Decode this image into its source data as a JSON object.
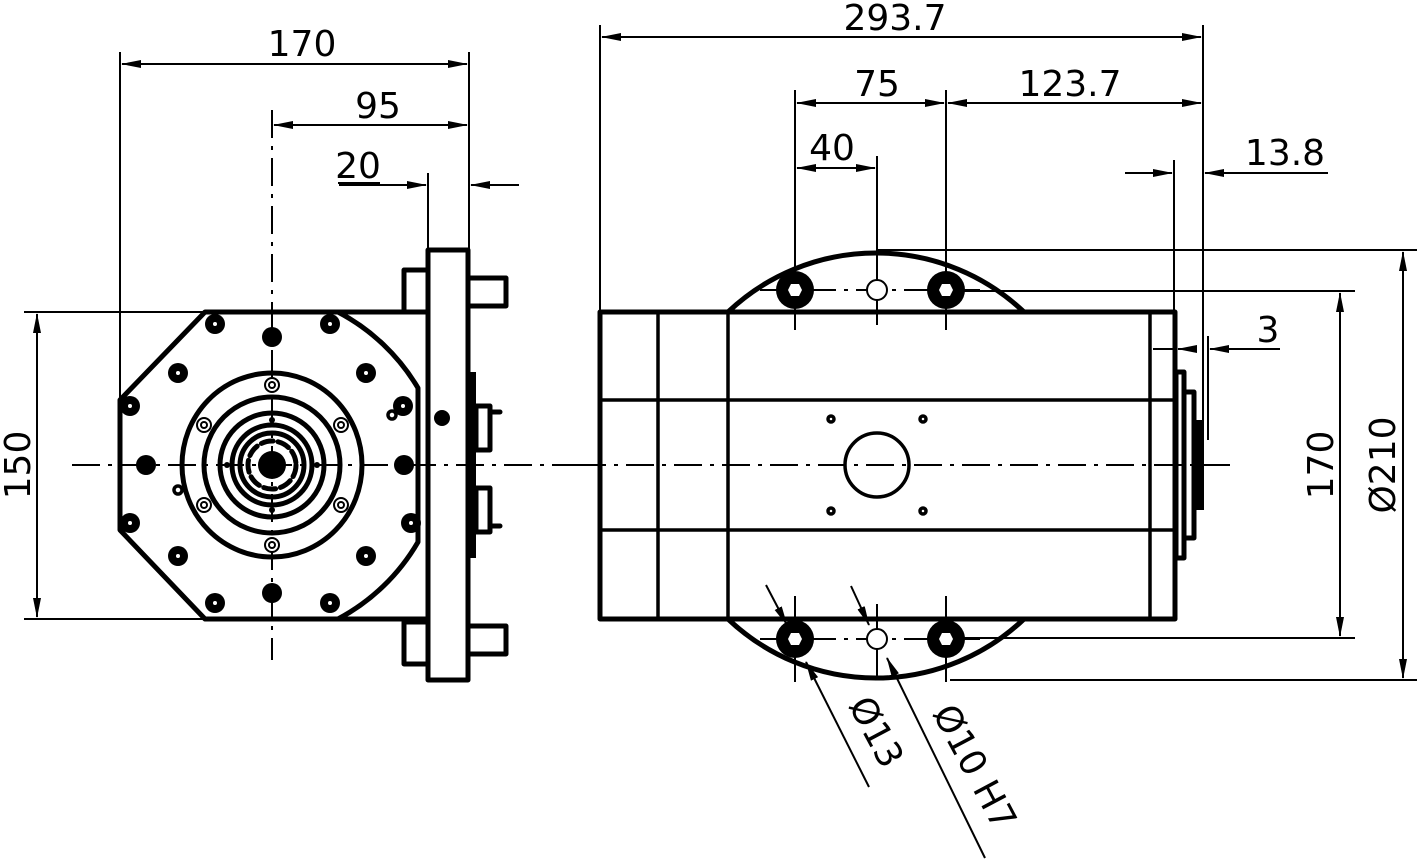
{
  "drawing": {
    "type": "technical-drawing",
    "views": [
      "front-view",
      "side-view"
    ],
    "line_color": "#000000",
    "background": "#ffffff"
  },
  "front_view": {
    "dimensions": {
      "overall_width": "170",
      "center_to_flange": "95",
      "flange_thickness": "20",
      "height": "150"
    }
  },
  "side_view": {
    "dimensions": {
      "overall_length": "293.7",
      "bolt_spacing": "75",
      "bolt_to_end": "123.7",
      "pin_offset": "40",
      "flange_offset": "13.8",
      "face_offset": "3",
      "body_height": "170",
      "disc_diameter": "Ø210",
      "bolt_hole_diameter": "Ø13",
      "pin_hole_diameter": "Ø10 H7"
    }
  }
}
